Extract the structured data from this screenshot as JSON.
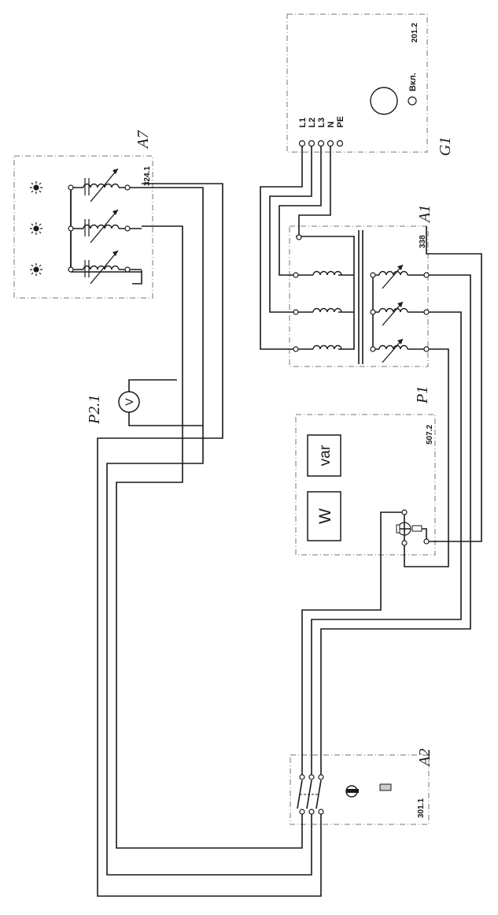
{
  "modules": {
    "g1": {
      "designator": "G1",
      "number": "201.2",
      "switch_label": "Вкл.",
      "terminals": [
        "L1",
        "L2",
        "L3",
        "N",
        "PE"
      ]
    },
    "a1": {
      "designator": "A1",
      "number": "338"
    },
    "a7": {
      "designator": "A7",
      "number": "324.1"
    },
    "p21": {
      "designator": "P2.1",
      "meter_symbol": "V"
    },
    "p1": {
      "designator": "P1",
      "number": "507.2",
      "meter_w": "W",
      "meter_var": "var"
    },
    "a2": {
      "designator": "A2",
      "number": "301.1"
    }
  },
  "colors": {
    "wire": "#1a1a1a",
    "module_border": "#777777"
  }
}
